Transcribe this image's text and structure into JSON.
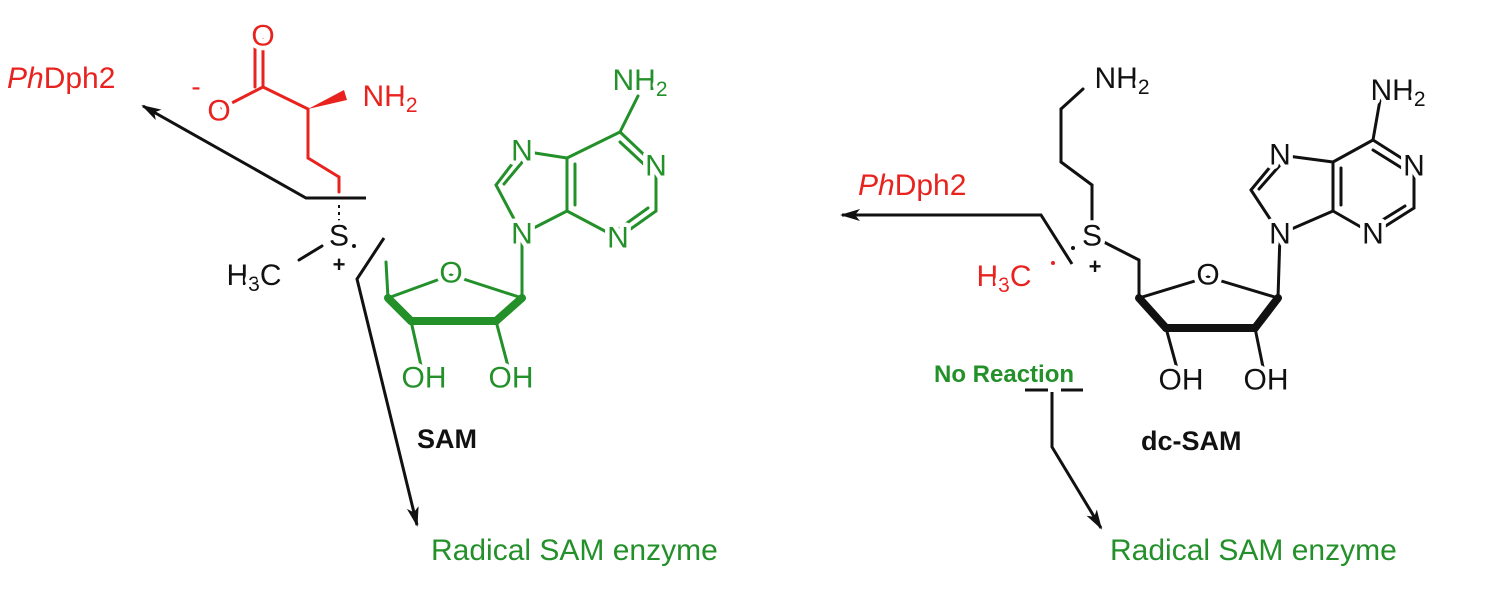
{
  "colors": {
    "red": "#e8231f",
    "green": "#23902a",
    "black": "#111111"
  },
  "sam": {
    "enzyme_top": {
      "italic": "Ph",
      "rest": "Dph2"
    },
    "carbonyl_o": "O",
    "carboxylate_o": "O",
    "charge_minus": "-",
    "amine": {
      "main": "NH",
      "sub": "2"
    },
    "sulfur": "S",
    "sulfur_charge": "+",
    "methyl": {
      "h": "H",
      "sub": "3",
      "c": "C"
    },
    "ring_o": "O",
    "oh1": "OH",
    "oh2": "OH",
    "adenine": {
      "n7": "N",
      "n9": "N",
      "n1": "N",
      "n3": "N",
      "nh2": {
        "main": "NH",
        "sub": "2"
      }
    },
    "name": "SAM",
    "enzyme_bottom": "Radical SAM enzyme"
  },
  "dcsam": {
    "enzyme_top": {
      "italic": "Ph",
      "rest": "Dph2"
    },
    "amine": {
      "main": "NH",
      "sub": "2"
    },
    "sulfur": "S",
    "sulfur_charge": "+",
    "methyl": {
      "h": "H",
      "sub": "3",
      "c": "C"
    },
    "ring_o": "O",
    "oh1": "OH",
    "oh2": "OH",
    "adenine": {
      "n7": "N",
      "n9": "N",
      "n1": "N",
      "n3": "N",
      "nh2": {
        "main": "NH",
        "sub": "2"
      }
    },
    "no_reaction": "No Reaction",
    "name": "dc-SAM",
    "enzyme_bottom": "Radical SAM enzyme"
  }
}
